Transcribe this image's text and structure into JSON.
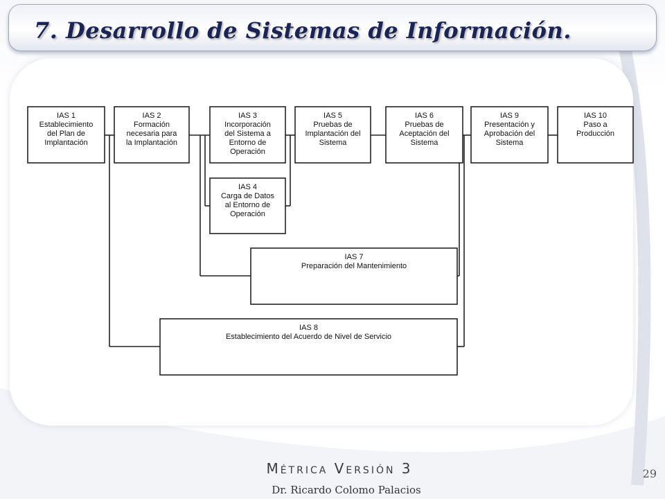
{
  "slide": {
    "title": "7. Desarrollo de Sistemas de Información.",
    "footer_title": "Métrica Versión 3",
    "footer_author": "Dr. Ricardo Colomo Palacios",
    "page_number": "29"
  },
  "diagram": {
    "nodes": [
      {
        "id": "ias1",
        "lines": [
          "IAS 1",
          "Establecimiento",
          "del Plan de",
          "Implantación"
        ]
      },
      {
        "id": "ias2",
        "lines": [
          "IAS 2",
          "Formación",
          "necesaria para",
          "la Implantación"
        ]
      },
      {
        "id": "ias3",
        "lines": [
          "IAS 3",
          "Incorporación",
          "del Sistema a",
          "Entorno de",
          "Operación"
        ]
      },
      {
        "id": "ias5",
        "lines": [
          "IAS 5",
          "Pruebas de",
          "Implantación del",
          "Sistema"
        ]
      },
      {
        "id": "ias6",
        "lines": [
          "IAS 6",
          "Pruebas de",
          "Aceptación del",
          "Sistema"
        ]
      },
      {
        "id": "ias9",
        "lines": [
          "IAS 9",
          "Presentación y",
          "Aprobación del",
          "Sistema"
        ]
      },
      {
        "id": "ias10",
        "lines": [
          "IAS 10",
          "Paso a",
          "Producción"
        ]
      },
      {
        "id": "ias4",
        "lines": [
          "IAS 4",
          "Carga de Datos",
          "al Entorno de",
          "Operación"
        ]
      },
      {
        "id": "ias7",
        "lines": [
          "IAS 7",
          "Preparación del Mantenimiento"
        ]
      },
      {
        "id": "ias8",
        "lines": [
          "IAS 8",
          "Establecimiento del Acuerdo de Nivel de Servicio"
        ]
      }
    ]
  }
}
